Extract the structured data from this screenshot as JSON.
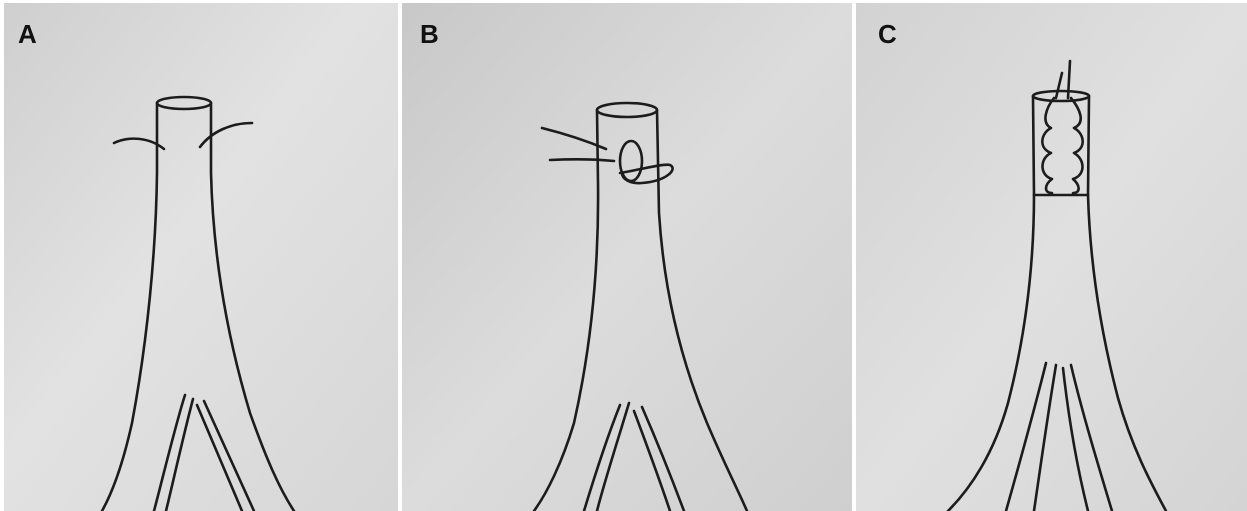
{
  "panels": [
    {
      "label": "A"
    },
    {
      "label": "B"
    },
    {
      "label": "C"
    }
  ],
  "colors": {
    "paper_light": "#e4e4e4",
    "paper_dark": "#c9c9c9",
    "ink": "#1c1c1c",
    "label": "#111111"
  }
}
